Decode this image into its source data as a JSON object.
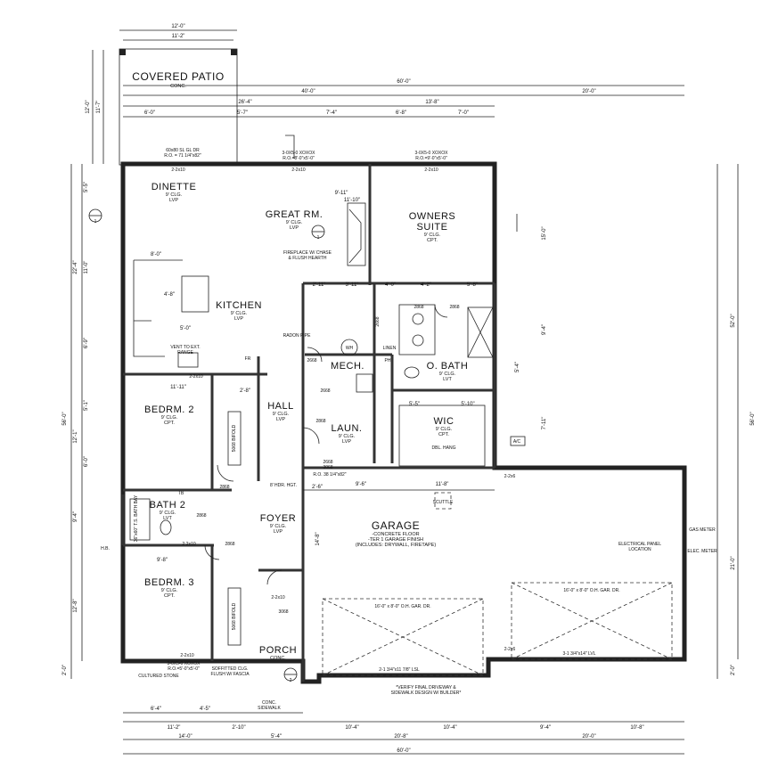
{
  "rooms": {
    "covered_patio": {
      "name": "COVERED PATIO",
      "sub": "CONC."
    },
    "dinette": {
      "name": "DINETTE",
      "sub1": "9' CLG.",
      "sub2": "LVP"
    },
    "great_rm": {
      "name": "GREAT RM.",
      "sub1": "9' CLG.",
      "sub2": "LVP"
    },
    "owners_suite": {
      "name": "OWNERS",
      "name2": "SUITE",
      "sub1": "9' CLG.",
      "sub2": "CPT."
    },
    "kitchen": {
      "name": "KITCHEN",
      "sub1": "9' CLG.",
      "sub2": "LVP"
    },
    "mech": {
      "name": "MECH."
    },
    "o_bath": {
      "name": "O. BATH",
      "sub1": "9' CLG.",
      "sub2": "LVT"
    },
    "bedrm2": {
      "name": "BEDRM. 2",
      "sub1": "9' CLG.",
      "sub2": "CPT."
    },
    "hall": {
      "name": "HALL",
      "sub1": "9' CLG.",
      "sub2": "LVP"
    },
    "laun": {
      "name": "LAUN.",
      "sub1": "9' CLG.",
      "sub2": "LVP"
    },
    "wic": {
      "name": "WIC",
      "sub1": "9' CLG.",
      "sub2": "CPT."
    },
    "bath2": {
      "name": "BATH 2",
      "sub1": "9' CLG.",
      "sub2": "LVT"
    },
    "foyer": {
      "name": "FOYER",
      "sub1": "9' CLG.",
      "sub2": "LVP"
    },
    "garage": {
      "name": "GARAGE",
      "sub1": "-CONCRETE FLOOR",
      "sub2": "-TER 1 GARAGE FINISH",
      "sub3": "(INCLUDES: DRYWALL, FIRETAPE)"
    },
    "bedrm3": {
      "name": "BEDRM. 3",
      "sub1": "9' CLG.",
      "sub2": "CPT."
    },
    "porch": {
      "name": "PORCH",
      "sub": "CONC."
    }
  },
  "notes": {
    "patio_door": "60x80 SL GL DR",
    "patio_door_ro": "R.O. = 71 1/4\"x82\"",
    "window_top1": "3-0X5-0 XOXOX",
    "window_top1_ro": "R.O.=8'-0\"x5'-0\"",
    "window_top2": "3-0X5-0 XOXOX",
    "window_top2_ro": "R.O.=9'-0\"x5'-0\"",
    "fireplace": "FIREPLACE W/ CHASE",
    "fireplace2": "& FLUSH HEARTH",
    "radon": "RADON PIPE",
    "vent": "VENT TO EXT.",
    "vent2": "RANGE",
    "linen": "LINEN",
    "del_hang": "DBL. HANG",
    "ac": "A/C",
    "attic": "SCUTTLE",
    "garage_door1": "16'-0\" x 8'-0\" O.H. GAR. DR.",
    "garage_door2": "16'-0\" x 8'-0\" O.H. GAR. DR.",
    "elec_panel": "ELECTRICAL PANEL",
    "elec_panel2": "LOCATION",
    "gas_meter": "GAS METER",
    "elec_meter": "ELEC. METER",
    "verify": "*VERIFY FINAL DRIVEWAY &",
    "verify2": "SIDEWALK DESIGN W/ BUILDER*",
    "cultured_stone": "CULTURED STONE",
    "soffit": "SOFFITTED CLG.",
    "soffit2": "FLUSH W/ FASCIA",
    "conc_sidewalk": "CONC.",
    "conc_sidewalk2": "SIDEWALK",
    "hb": "H.B.",
    "tb": "TB",
    "lsl1": "2-1 3/4\"x11 7/8\" LSL",
    "lvl1": "3-1 3/4\"x14\" LVL",
    "hdr": "8' HDR. HGT.",
    "front_window": "3-0X5-0 XOXOX",
    "front_window_ro": "R.O.=5'-0\"x5'-0\"",
    "ro_front": "R.O. 38 1/4\"x82\""
  },
  "dims_top": {
    "d12_0": "12'-0\"",
    "d11_2": "11'-2\"",
    "d60_0": "60'-0\"",
    "d40_0": "40'-0\"",
    "d20_0": "20'-0\"",
    "d26_4": "26'-4\"",
    "d13_8": "13'-8\"",
    "d6_0": "6'-0\"",
    "d5_7": "5'-7\"",
    "d7_4": "7'-4\"",
    "d6_8": "6'-8\"",
    "d7_0": "7'-0\""
  },
  "dims_bottom": {
    "d6_4": "6'-4\"",
    "d4_5": "4'-5\"",
    "d11_2": "11'-2\"",
    "d2_10": "2'-10\"",
    "d14_0": "14'-0\"",
    "d5_4": "5'-4\"",
    "d10_4a": "10'-4\"",
    "d20_8": "20'-8\"",
    "d10_4b": "10'-4\"",
    "d9_4": "9'-4\"",
    "d10_8": "10'-8\"",
    "d20_0": "20'-0\"",
    "d60_0": "60'-0\""
  },
  "dims_left": {
    "d56_0": "56'-0\"",
    "d22_4": "22'-4\"",
    "d12_1": "12'-1\"",
    "d9_4": "9'-4\"",
    "d12_8": "12'-8\"",
    "d2_0": "2'-0\"",
    "d11_0": "11'-0\"",
    "d6_9": "6'-9\"",
    "d5_5": "5'-5\"",
    "d5_1": "5'-1\"",
    "d6_0": "6'-0\"",
    "d12_0": "12'-0\"",
    "d11_7": "11'-7\""
  },
  "dims_right": {
    "d52_0": "52'-0\"",
    "d56_0": "56'-0\"",
    "d15_0": "15'-0\"",
    "d9_4": "9'-4\"",
    "d7_11": "7'-11\"",
    "d21_0": "21'-0\"",
    "d2_0": "2'-0\"",
    "d5_4": "5'-4\""
  },
  "dims_interior": {
    "d8_0": "8'-0\"",
    "d4_8": "4'-8\"",
    "d5_0": "5'-0\"",
    "d11_11": "11'-11\"",
    "d2_8": "2'-8\"",
    "d9_8": "9'-8\"",
    "d9_11": "9'-11\"",
    "d11_8": "11'-8\"",
    "d9_6": "9'-6\"",
    "d3_11": "3'-11\"",
    "d2_11": "2'-11\"",
    "d4_0": "4'-0\"",
    "d4_2": "4'-2\"",
    "d5_8": "5'-8\"",
    "d5_5": "5'-5\"",
    "d5_10": "5'-10\"",
    "d14_8": "14'-8\"",
    "d11_10": "11'-10\"",
    "d2_6": "2'-6\""
  },
  "hdr_labels": {
    "h1": "2-2x10",
    "h2": "2-2x10",
    "h3": "2-2x10",
    "h4": "2-2x10",
    "h5": "2-2x10",
    "h6": "2-2x10",
    "h7": "2-2x6",
    "h8": "2-2x6",
    "h9": "2-2x10"
  },
  "door_tags": {
    "t1": "2868",
    "t2": "2868",
    "t3": "2668",
    "t4": "2668",
    "t5": "2868",
    "t6": "2668",
    "t7": "2868",
    "t8": "3068",
    "t9": "2868",
    "t10": "5068 BIFOLD",
    "t11": "5068 BIFOLD",
    "t12": "2668",
    "t13": "2868",
    "t14": "3068"
  },
  "markers": {
    "m1": "1",
    "m2": "1",
    "m3": "2"
  },
  "furniture": {
    "wh": "WH",
    "ph": "PH",
    "fr": "FR",
    "shelf": "36\"x60\" T.S. BATH BAY"
  }
}
